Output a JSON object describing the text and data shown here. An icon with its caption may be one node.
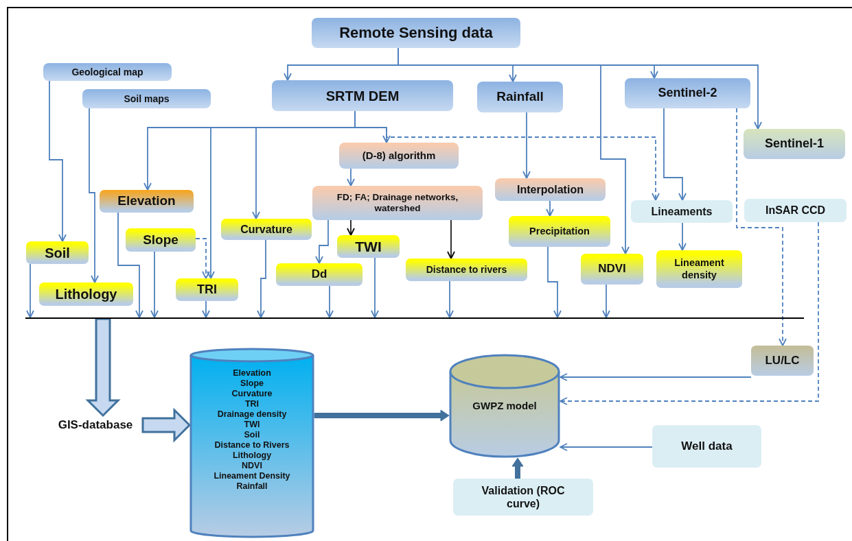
{
  "diagram": {
    "nodes": [
      {
        "text": [
          "Remote Sensing data"
        ]
      },
      {
        "text": [
          "Geological map"
        ]
      },
      {
        "text": [
          "Soil maps"
        ]
      },
      {
        "text": [
          "SRTM DEM"
        ]
      },
      {
        "text": [
          "Rainfall"
        ]
      },
      {
        "text": [
          "Sentinel-2"
        ]
      },
      {
        "text": [
          "Sentinel-1"
        ]
      },
      {
        "text": [
          "(D-8) algorithm"
        ]
      },
      {
        "text": [
          "Elevation"
        ]
      },
      {
        "text": [
          "FD; FA; Drainage networks, watershed"
        ]
      },
      {
        "text": [
          "Interpolation"
        ]
      },
      {
        "text": [
          "Lineaments"
        ]
      },
      {
        "text": [
          "InSAR CCD"
        ]
      },
      {
        "text": [
          "Slope"
        ]
      },
      {
        "text": [
          "Curvature"
        ]
      },
      {
        "text": [
          "TWI"
        ]
      },
      {
        "text": [
          "Precipitation"
        ]
      },
      {
        "text": [
          "Soil"
        ]
      },
      {
        "text": [
          "Distance to rivers"
        ]
      },
      {
        "text": [
          "NDVI"
        ]
      },
      {
        "text": [
          "Lineament density"
        ]
      },
      {
        "text": [
          "Dd"
        ]
      },
      {
        "text": [
          "Lithology"
        ]
      },
      {
        "text": [
          "TRI"
        ]
      },
      {
        "text": [],
        "shape": "bar"
      },
      {
        "text": [
          "LU/LC"
        ]
      },
      {
        "text": [
          "GIS-database"
        ]
      },
      {
        "text": [
          "Elevation",
          "Slope",
          "Curvature",
          "TRI",
          "Drainage density",
          "TWI",
          "Soil",
          "Distance to Rivers",
          "Lithology",
          "NDVI",
          "Lineament Density",
          "Rainfall"
        ]
      },
      {
        "text": [
          "GWPZ model"
        ]
      },
      {
        "text": [
          "Well data"
        ]
      },
      {
        "text": [
          "Validation (ROC curve)"
        ]
      }
    ],
    "edges": [
      {
        "from": 0,
        "to": 3,
        "arrow": "to"
      },
      {
        "from": 0,
        "to": 4,
        "arrow": "to"
      },
      {
        "from": 0,
        "to": 5,
        "arrow": "to"
      },
      {
        "from": 0,
        "to": 6,
        "arrow": "to"
      },
      {
        "from": 0,
        "to": 19,
        "arrow": "to"
      },
      {
        "from": 1,
        "to": 17,
        "arrow": "to"
      },
      {
        "from": 2,
        "to": 22,
        "arrow": "to"
      },
      {
        "from": 3,
        "to": 8,
        "arrow": "to"
      },
      {
        "from": 3,
        "to": 23,
        "arrow": "to"
      },
      {
        "from": 3,
        "to": 14,
        "arrow": "to"
      },
      {
        "from": 3,
        "to": 7,
        "arrow": "to"
      },
      {
        "from": 3,
        "to": 11,
        "arrow": "to",
        "style": "dashed"
      },
      {
        "from": 7,
        "to": 9,
        "arrow": "to"
      },
      {
        "from": 9,
        "to": 21,
        "arrow": "to"
      },
      {
        "from": 9,
        "to": 15,
        "arrow": "to",
        "color": "#000000"
      },
      {
        "from": 9,
        "to": 18,
        "arrow": "to",
        "color": "#000000"
      },
      {
        "from": 4,
        "to": 10,
        "arrow": "to"
      },
      {
        "from": 10,
        "to": 16,
        "arrow": "to"
      },
      {
        "from": 5,
        "to": 11,
        "arrow": "to"
      },
      {
        "from": 11,
        "to": 20,
        "arrow": "to"
      },
      {
        "from": 13,
        "to": 23,
        "arrow": "to",
        "style": "dashed"
      },
      {
        "from": 5,
        "to": 25,
        "arrow": "to",
        "style": "dashed"
      },
      {
        "from": 12,
        "to": 28,
        "arrow": "to",
        "style": "dashed"
      },
      {
        "from": 25,
        "to": 28,
        "arrow": "to"
      },
      {
        "from": 29,
        "to": 28,
        "arrow": "to"
      },
      {
        "from": 30,
        "to": 28,
        "arrow": "to",
        "style": "thick"
      },
      {
        "from": 27,
        "to": 28,
        "arrow": "to",
        "style": "thick"
      },
      {
        "from": 24,
        "to": 26,
        "arrow": "to",
        "style": "thick",
        "color": "#c6d9f1"
      },
      {
        "from": 26,
        "to": 27,
        "arrow": "to",
        "style": "thick",
        "color": "#c6d9f1"
      },
      {
        "from": 17,
        "to": 24,
        "arrow": "to"
      },
      {
        "from": 8,
        "to": 24,
        "arrow": "to"
      },
      {
        "from": 13,
        "to": 24,
        "arrow": "to"
      },
      {
        "from": 23,
        "to": 24,
        "arrow": "to"
      },
      {
        "from": 14,
        "to": 24,
        "arrow": "to"
      },
      {
        "from": 21,
        "to": 24,
        "arrow": "to"
      },
      {
        "from": 15,
        "to": 24,
        "arrow": "to"
      },
      {
        "from": 18,
        "to": 24,
        "arrow": "to"
      },
      {
        "from": 16,
        "to": 24,
        "arrow": "to"
      },
      {
        "from": 19,
        "to": 24,
        "arrow": "to"
      }
    ]
  }
}
